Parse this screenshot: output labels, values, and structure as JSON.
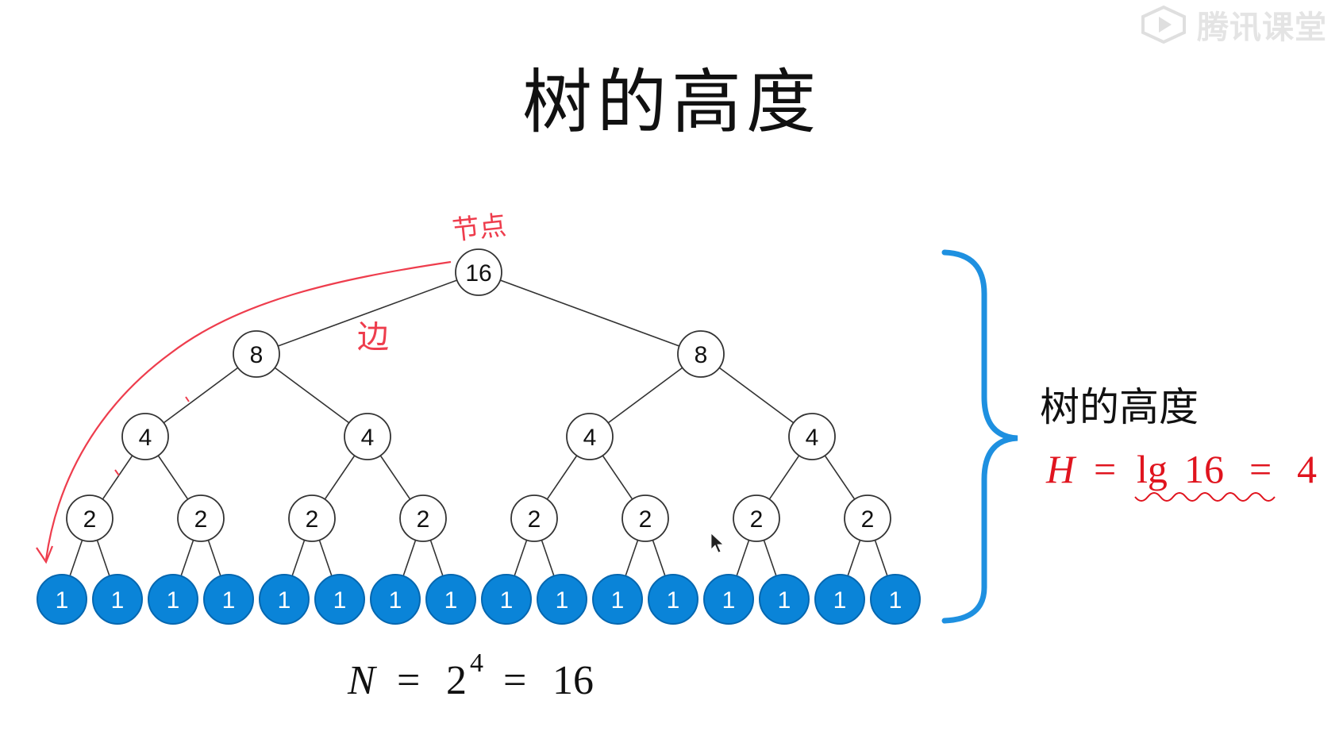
{
  "watermark": {
    "brand": "腾讯课堂"
  },
  "slide": {
    "title": "树的高度"
  },
  "tree": {
    "levels": [
      [
        "16"
      ],
      [
        "8",
        "8"
      ],
      [
        "4",
        "4",
        "4",
        "4"
      ],
      [
        "2",
        "2",
        "2",
        "2",
        "2",
        "2",
        "2",
        "2"
      ],
      [
        "1",
        "1",
        "1",
        "1",
        "1",
        "1",
        "1",
        "1",
        "1",
        "1",
        "1",
        "1",
        "1",
        "1",
        "1",
        "1"
      ]
    ],
    "leaf_color": "#0a84d8",
    "node_color": "#ffffff"
  },
  "annotations": {
    "node_note": "节点",
    "edge_note": "边",
    "color": "#ee3d4d"
  },
  "right_panel": {
    "label": "树的高度",
    "height_formula": {
      "var": "H",
      "eq1": "=",
      "fn": "lg",
      "arg": "16",
      "eq2": "=",
      "result": "4"
    },
    "brace_color": "#1e90e0",
    "formula_color": "#e0141e"
  },
  "bottom_formula": {
    "var": "N",
    "eq1": "=",
    "base": "2",
    "exp": "4",
    "eq2": "=",
    "result": "16"
  }
}
